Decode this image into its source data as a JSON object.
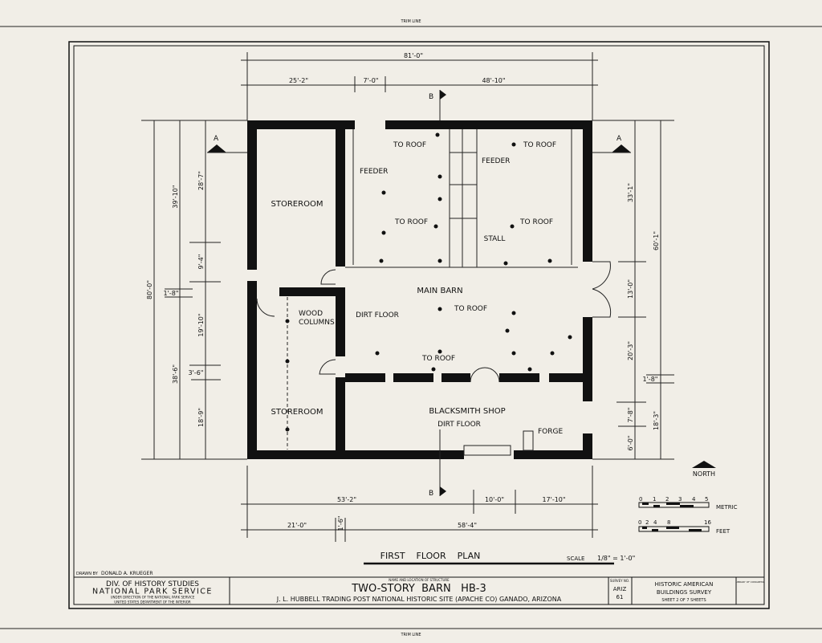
{
  "sheet": {
    "trim_line": "TRIM LINE",
    "plan_title": "FIRST    FLOOR    PLAN",
    "scale_label": "SCALE",
    "scale_value": "1/8\" = 1'-0\"",
    "drawn_by_label": "DRAWN BY",
    "drawn_by": "DONALD  A.  KRUEGER",
    "agency_line1": "DIV. OF HISTORY STUDIES",
    "agency_line2": "NATIONAL PARK SERVICE",
    "agency_line3": "UNDER DIRECTION OF THE NATIONAL PARK SERVICE",
    "agency_line4": "UNITED STATES DEPARTMENT OF THE INTERIOR",
    "structure_caption": "NAME AND LOCATION OF STRUCTURE",
    "structure_name": "TWO-STORY  BARN   HB-3",
    "structure_location": "J. L. HUBBELL  TRADING  POST NATIONAL HISTORIC SITE (APACHE CO) GANADO, ARIZONA",
    "survey_no_label": "SURVEY NO.",
    "survey_no_1": "ARIZ",
    "survey_no_2": "61",
    "habs_line1": "HISTORIC AMERICAN",
    "habs_line2": "BUILDINGS SURVEY",
    "sheet_number": "SHEET 2 OF 7 SHEETS",
    "library_note": "LIBRARY OF CONGRESS"
  },
  "rooms": {
    "storeroom_upper": "STOREROOM",
    "storeroom_lower": "STOREROOM",
    "main_barn": "MAIN BARN",
    "dirt_floor_barn": "DIRT FLOOR",
    "blacksmith": "BLACKSMITH SHOP",
    "dirt_floor_shop": "DIRT FLOOR",
    "stall": "STALL",
    "forge": "FORGE",
    "wood_columns_1": "WOOD",
    "wood_columns_2": "COLUMNS",
    "feeder_left": "FEEDER",
    "feeder_center": "FEEDER",
    "to_roof_1": "TO ROOF",
    "to_roof_2": "TO ROOF",
    "to_roof_3": "TO ROOF",
    "to_roof_4": "TO ROOF",
    "to_roof_5": "TO ROOF",
    "to_roof_6": "TO ROOF"
  },
  "sections": {
    "a": "A",
    "b": "B"
  },
  "dimensions": {
    "top_overall": "81'-0\"",
    "top_1": "25'-2\"",
    "top_2": "7'-0\"",
    "top_3": "48'-10\"",
    "bottom_1": "53'-2\"",
    "bottom_2": "10'-0\"",
    "bottom_3": "17'-10\"",
    "bottom_4": "21'-0\"",
    "bottom_5": "1'-6\"",
    "bottom_6": "58'-4\"",
    "left_overall": "80'-0\"",
    "left_1": "39'-10\"",
    "left_2": "38'-6\"",
    "left_3": "28'-7\"",
    "left_4": "9'-4\"",
    "left_5": "19'-10\"",
    "left_6": "18'-9\"",
    "left_7": "1'-8\"",
    "left_8": "3'-6\"",
    "right_1": "33'-1\"",
    "right_2": "60'-1\"",
    "right_3": "13'-0\"",
    "right_4": "20'-3\"",
    "right_5": "7'-8\"",
    "right_6": "6'-0\"",
    "right_7": "1'-8\"",
    "right_8": "18'-3\""
  },
  "north": "NORTH",
  "metric_scale": {
    "label": "METRIC",
    "ticks": [
      "0",
      "1",
      "2",
      "3",
      "4",
      "5"
    ]
  },
  "feet_scale": {
    "label": "FEET",
    "ticks": [
      "0",
      "2",
      "4",
      "8",
      "16"
    ]
  }
}
